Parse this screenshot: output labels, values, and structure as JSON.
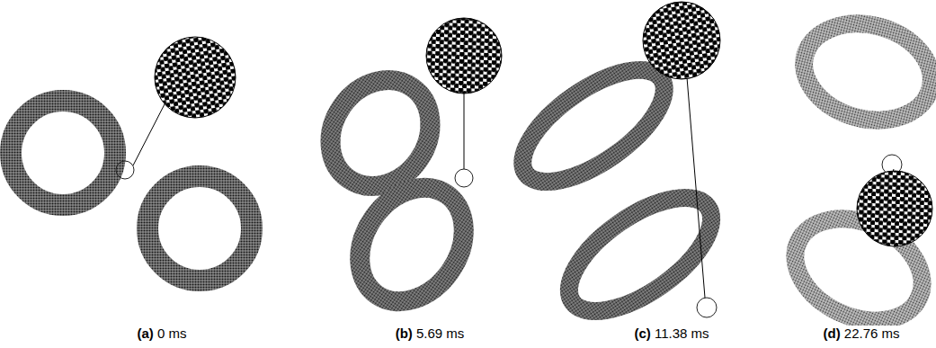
{
  "diagram": {
    "labels": [
      "(a) 0 ms",
      "(b) 5.69 ms",
      "(c) 11.38 ms",
      "(d) 22.76 ms"
    ]
  }
}
